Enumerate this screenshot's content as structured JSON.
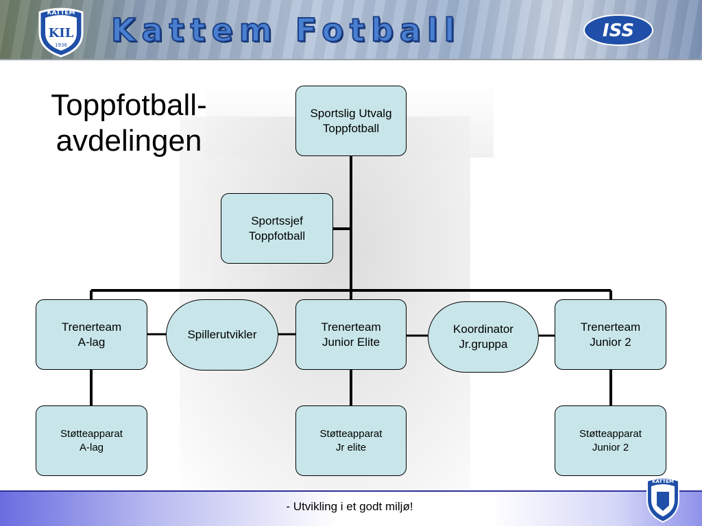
{
  "header": {
    "title": "Kattem Fotball",
    "club_logo_text": "KATTEM",
    "club_logo_monogram": "KIL",
    "club_logo_year": "1936",
    "sponsor_logo_text": "ISS"
  },
  "page": {
    "title_line1": "Toppfotball-",
    "title_line2": "avdelingen"
  },
  "org_chart": {
    "nodes": [
      {
        "id": "sportslig",
        "line1": "Sportslig Utvalg",
        "line2": "Toppfotball"
      },
      {
        "id": "sportssjef",
        "line1": "Sportssjef",
        "line2": "Toppfotball"
      },
      {
        "id": "trener-a",
        "line1": "Trenerteam",
        "line2": "A-lag"
      },
      {
        "id": "spillerutvikler",
        "line1": "Spillerutvikler",
        "line2": ""
      },
      {
        "id": "trener-junior-elite",
        "line1": "Trenerteam",
        "line2": "Junior Elite"
      },
      {
        "id": "koordinator",
        "line1": "Koordinator",
        "line2": "Jr.gruppa"
      },
      {
        "id": "trener-junior2",
        "line1": "Trenerteam",
        "line2": "Junior 2"
      },
      {
        "id": "stotte-a",
        "line1": "Støtteapparat",
        "line2": "A-lag"
      },
      {
        "id": "stotte-jr",
        "line1": "Støtteapparat",
        "line2": "Jr elite"
      },
      {
        "id": "stotte-j2",
        "line1": "Støtteapparat",
        "line2": "Junior 2"
      }
    ]
  },
  "footer": {
    "slogan": "- Utvikling i et godt miljø!",
    "logo_text": "KATTEM"
  },
  "colors": {
    "node_fill": "#c8e6e9",
    "connector": "#000000",
    "banner_text": "#4a7fd0",
    "footer_accent": "#6a6de0"
  }
}
